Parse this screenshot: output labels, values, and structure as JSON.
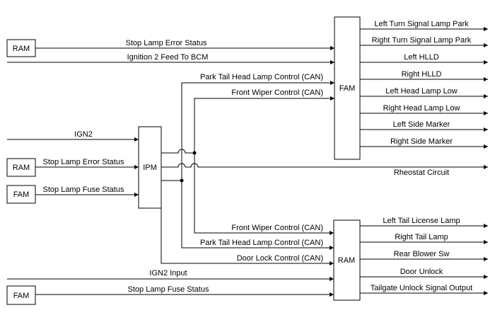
{
  "colors": {
    "line": "#000000",
    "background": "#ffffff"
  },
  "modules": {
    "ram_top": "RAM",
    "fam_main": "FAM",
    "ipm": "IPM",
    "ram_left": "RAM",
    "fam_left": "FAM",
    "ram_bottom": "RAM",
    "fam_bottom": "FAM"
  },
  "signals": {
    "stop_lamp_error_status_top": "Stop Lamp Error Status",
    "ignition_2_feed": "Ignition 2 Feed To BCM",
    "park_tail_head_can_top": "Park Tail Head Lamp Control (CAN)",
    "front_wiper_can_top": "Front Wiper Control (CAN)",
    "ign2": "IGN2",
    "stop_lamp_error_status_ipm": "Stop Lamp Error Status",
    "stop_lamp_fuse_status_ipm": "Stop Lamp Fuse Status",
    "rheostat_circuit": "Rheostat Circuit",
    "front_wiper_can_bottom": "Front Wiper Control (CAN)",
    "park_tail_head_can_bottom": "Park Tail Head Lamp Control (CAN)",
    "door_lock_can": "Door Lock Control (CAN)",
    "ign2_input": "IGN2 Input",
    "stop_lamp_fuse_status_bottom": "Stop Lamp Fuse Status"
  },
  "fam_outputs": [
    "Left Turn Signal Lamp Park",
    "Right Turn Signal Lamp Park",
    "Left HLLD",
    "Right HLLD",
    "Left Head Lamp Low",
    "Right Head Lamp Low",
    "Left Side Marker",
    "Right Side Marker"
  ],
  "ram_outputs": [
    "Left Tail License Lamp",
    "Right Tail Lamp",
    "Rear Blower Sw",
    "Door Unlock",
    "Tailgate Unlock Signal Output"
  ]
}
